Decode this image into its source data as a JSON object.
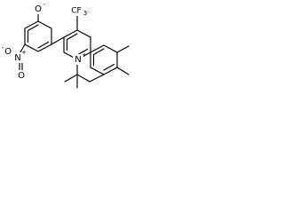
{
  "molecule": {
    "atoms": {
      "phenoxide_oxygen": "O",
      "phenoxide_charge": "-",
      "trifluoromethyl": "CF",
      "trifluoromethyl_subscript": "3",
      "nitro_nitrogen": "N",
      "nitro_nitrogen_charge": "+",
      "nitro_oxygen_top": "O",
      "nitro_oxygen_bottom": "O",
      "nitro_oxygen_charge": "-",
      "pyridinium_nitrogen": "N",
      "pyridinium_charge": "+"
    }
  }
}
